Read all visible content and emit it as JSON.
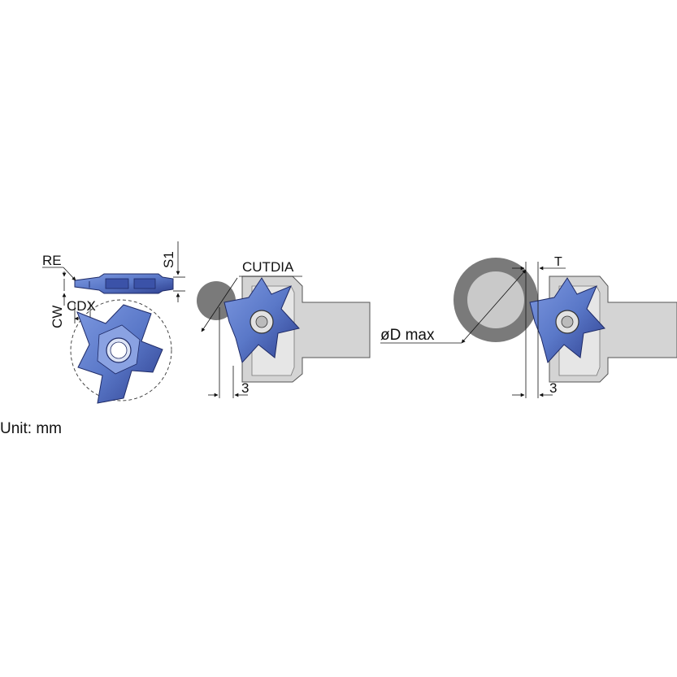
{
  "labels": {
    "re": "RE",
    "s1": "S1",
    "cw": "CW",
    "cdx": "CDX",
    "cutdia": "CUTDIA",
    "dim3_left": "3",
    "t": "T",
    "dmax": "øD max",
    "dim3_right": "3",
    "unit": "Unit: mm"
  },
  "colors": {
    "insert_blue": "#5a78c8",
    "insert_dark": "#2e3f8f",
    "holder_gray": "#d4d4d4",
    "workpiece_gray": "#7a7a7a",
    "workpiece_light": "#c9c9c9"
  }
}
